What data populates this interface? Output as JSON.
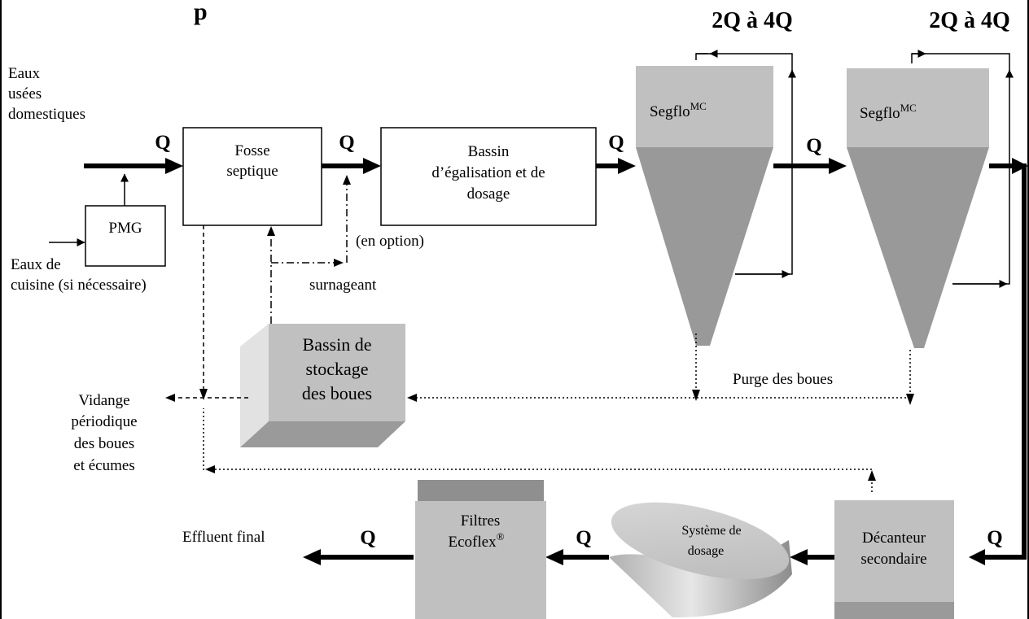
{
  "diagram": {
    "header_fragment": "p",
    "flow_label": "Q",
    "recirc_label": "2Q à 4Q",
    "inputs": {
      "domestic": [
        "Eaux",
        "usées",
        "domestiques"
      ],
      "kitchen": [
        "Eaux de",
        "cuisine (si nécessaire)"
      ]
    },
    "nodes": {
      "pmg": "PMG",
      "fosse": [
        "Fosse",
        "septique"
      ],
      "egalisation": [
        "Bassin",
        "d’égalisation et de",
        "dosage"
      ],
      "segflo_base": "Segflo",
      "segflo_sup": "MC",
      "stockage": [
        "Bassin de",
        "stockage",
        "des boues"
      ],
      "decanteur": [
        "Décanteur",
        "secondaire"
      ],
      "dosage": [
        "Système de",
        "dosage"
      ],
      "filtres_line1": "Filtres",
      "filtres_line2_base": "Ecoflex",
      "filtres_line2_sup": "®"
    },
    "annotations": {
      "option": "(en option)",
      "surnageant": "surnageant",
      "purge": "Purge des boues",
      "vidange": [
        "Vidange",
        "périodique",
        "des boues",
        "et écumes"
      ],
      "effluent": "Effluent final"
    }
  }
}
